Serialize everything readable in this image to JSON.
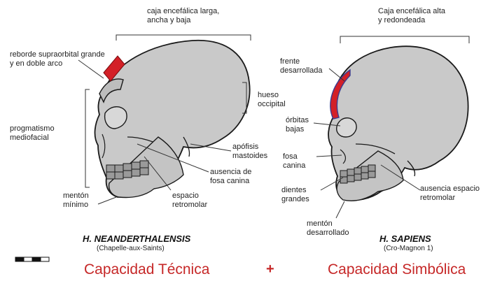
{
  "neanderthal": {
    "vault": "caja encefálica larga,\nancha y baja",
    "brow": "reborde supraorbital grande\ny en doble arco",
    "occipital": "hueso\noccipital",
    "prognathism": "progmatismo\nmediofacial",
    "mastoid": "apófisis\nmastoides",
    "fossa": "ausencia de\nfosa canina",
    "retromolar": "espacio\nretromolar",
    "chin": "mentón\nmínimo",
    "species": "H. NEANDERTHALENSIS",
    "site": "(Chapelle-aux-Saints)"
  },
  "sapiens": {
    "vault": "Caja encefálica alta\ny redondeada",
    "forehead": "frente\ndesarrollada",
    "orbits": "órbitas\nbajas",
    "fossa": "fosa\ncanina",
    "teeth": "dientes\ngrandes",
    "retromolar": "ausencia espacio\nretromolar",
    "chin": "mentón\ndesarrollado",
    "species": "H. SAPIENS",
    "site": "(Cro-Magnon 1)"
  },
  "footer": {
    "left": "Capacidad Técnica",
    "plus": "+",
    "right": "Capacidad Simbólica"
  },
  "colors": {
    "bone": "#c9c9c9",
    "outline": "#1a1a1a",
    "highlight": "#d32027",
    "accent_text": "#c62828"
  }
}
